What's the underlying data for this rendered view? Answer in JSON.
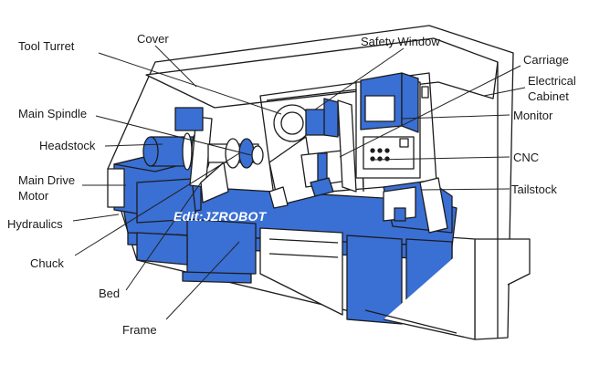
{
  "colors": {
    "machine_blue": "#3a6fd4",
    "outline": "#1c1c1c",
    "housing": "#ffffff",
    "leader": "#222222"
  },
  "watermark": "Edit:JZROBOT",
  "labels": {
    "tool_turret": "Tool Turret",
    "cover": "Cover",
    "safety_window": "Safety Window",
    "carriage": "Carriage",
    "electrical_cabinet_line1": "Electrical",
    "electrical_cabinet_line2": "Cabinet",
    "monitor": "Monitor",
    "main_spindle": "Main Spindle",
    "headstock": "Headstock",
    "cnc": "CNC",
    "main_drive_motor_line1": "Main Drive",
    "main_drive_motor_line2": "Motor",
    "tailstock": "Tailstock",
    "hydraulics": "Hydraulics",
    "chuck": "Chuck",
    "bed": "Bed",
    "frame": "Frame"
  }
}
